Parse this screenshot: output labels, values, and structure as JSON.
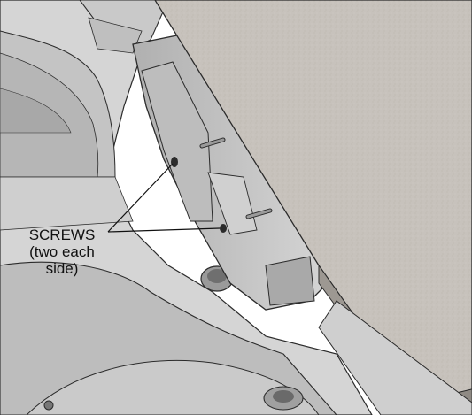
{
  "callout": {
    "line1": "SCREWS",
    "line2": "(two each",
    "line3": "side)"
  },
  "colors": {
    "paper": "#c6c1bb",
    "metal_light": "#dcdcdc",
    "metal_mid": "#b9b9b9",
    "metal_dark": "#8d8d8d",
    "outline": "#2b2b2b"
  }
}
